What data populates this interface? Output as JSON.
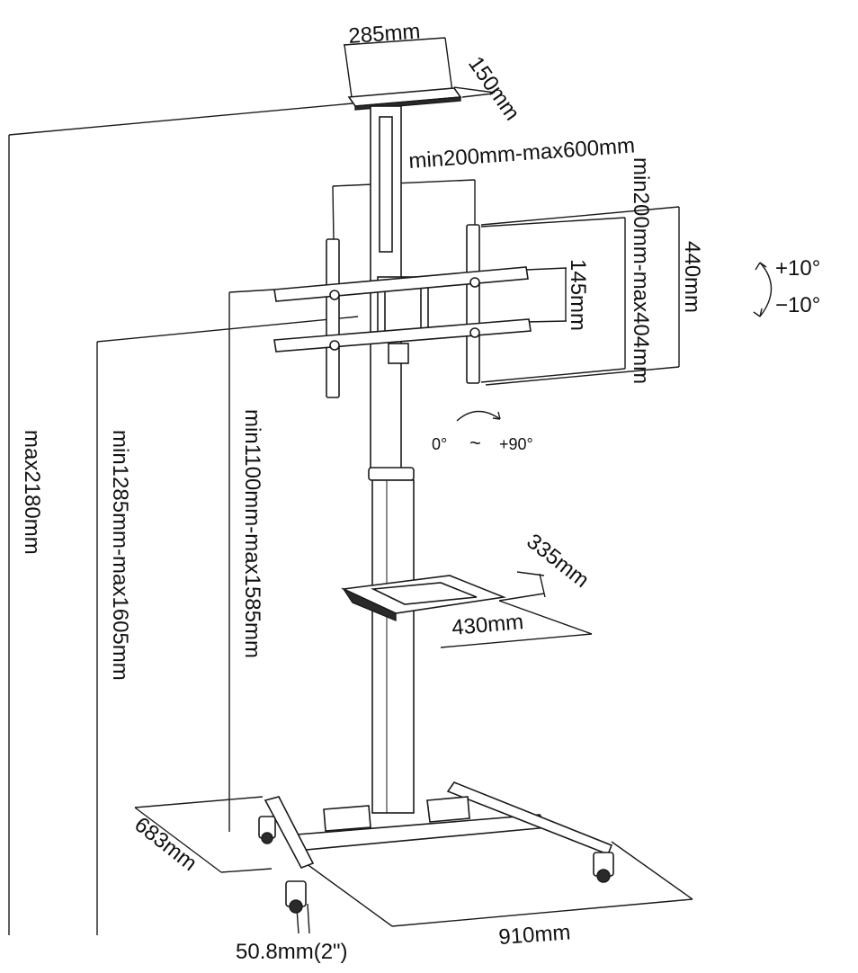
{
  "dimensions": {
    "tray_width": "285mm",
    "tray_depth": "150mm",
    "arm_horizontal": "min200mm-max600mm",
    "arm_vertical": "min200mm-max404mm",
    "plate_height": "440mm",
    "rail_spacing": "145mm",
    "tilt_up": "+10°",
    "tilt_down": "−10°",
    "rotation_min": "0°",
    "rotation_sep": "~",
    "rotation_max": "+90°",
    "overall_height": "max2180mm",
    "center_height": "min1285mm-max1605mm",
    "mount_height": "min1100mm-max1585mm",
    "shelf_depth": "335mm",
    "shelf_width": "430mm",
    "base_depth": "683mm",
    "base_width": "910mm",
    "caster": "50.8mm(2\")"
  }
}
